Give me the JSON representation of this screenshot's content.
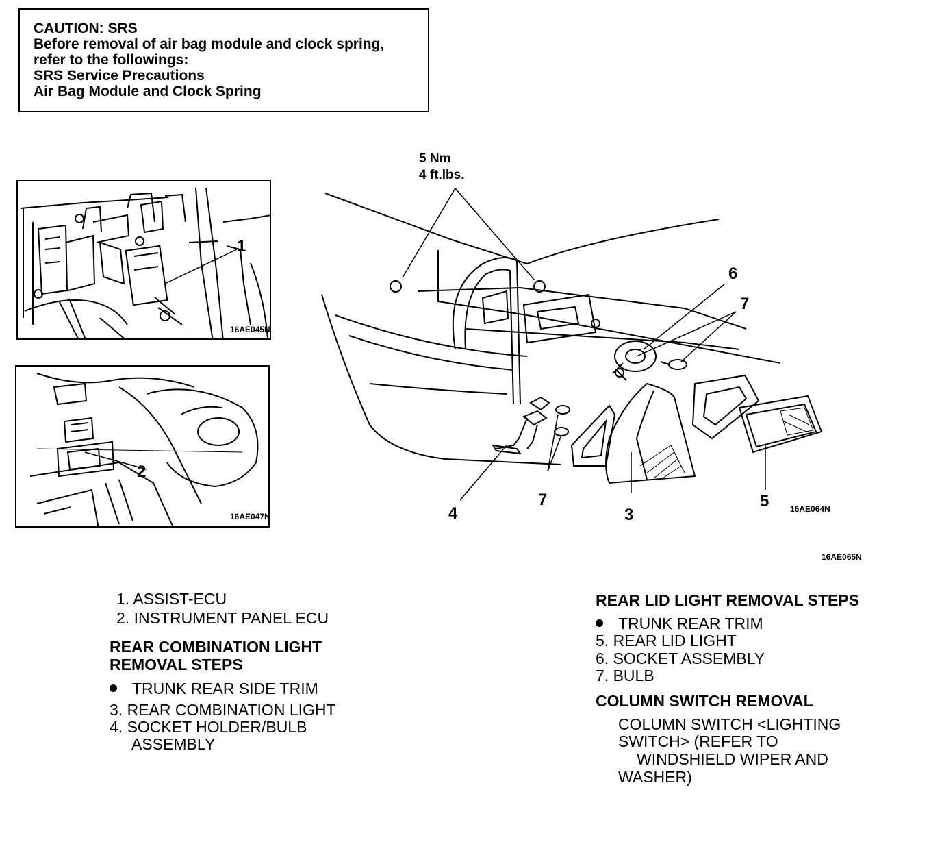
{
  "caution": {
    "lines": [
      "CAUTION: SRS",
      "Before removal of air bag module and clock spring,",
      "refer to the followings:",
      "SRS Service Precautions",
      "Air Bag Module and Clock Spring"
    ]
  },
  "inset1": {
    "callout": "1",
    "code": "16AE045N"
  },
  "inset2": {
    "callout": "2",
    "code": "16AE047N"
  },
  "main": {
    "torque": {
      "line1": "5 Nm",
      "line2": "4 ft.lbs."
    },
    "callouts": {
      "c6": "6",
      "c7a": "7",
      "c7b": "7",
      "c4": "4",
      "c3": "3",
      "c5": "5"
    },
    "code": "16AE064N"
  },
  "figure_code": "16AE065N",
  "left_list": {
    "items": [
      "1. ASSIST-ECU",
      "2. INSTRUMENT  PANEL  ECU"
    ],
    "heading_line1": "REAR COMBINATION LIGHT",
    "heading_line2": "REMOVAL STEPS",
    "steps": {
      "bullet_text": "TRUNK  REAR  SIDE  TRIM",
      "s3": "3. REAR  COMBINATION  LIGHT",
      "s4_line1": "4. SOCKET  HOLDER/BULB",
      "s4_line2": "ASSEMBLY"
    }
  },
  "right_list": {
    "heading": "REAR LID LIGHT REMOVAL STEPS",
    "bullet_text": "TRUNK  REAR  TRIM",
    "s5": "5. REAR  LID  LIGHT",
    "s6": "6. SOCKET  ASSEMBLY",
    "s7": "7. BULB",
    "heading2": "COLUMN SWITCH REMOVAL",
    "column_lines": [
      "COLUMN  SWITCH  <LIGHTING",
      "SWITCH>  (REFER  TO",
      "WINDSHIELD  WIPER  AND",
      "WASHER)"
    ]
  }
}
